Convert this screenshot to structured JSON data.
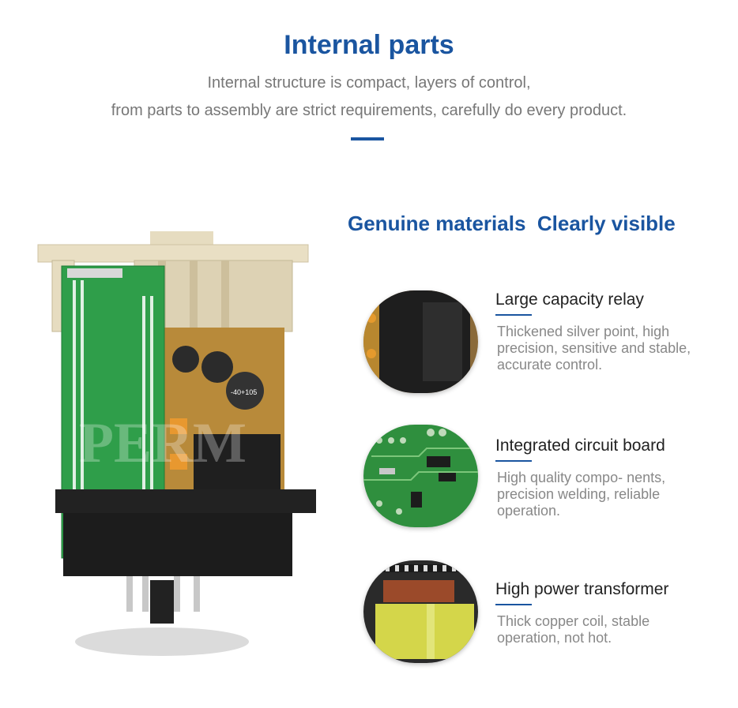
{
  "header": {
    "title": "Internal parts",
    "subtitle_line1": "Internal structure is compact, layers of control,",
    "subtitle_line2": "from parts to assembly are strict requirements, carefully do every product."
  },
  "section": {
    "heading": "Genuine materials  Clearly visible"
  },
  "product": {
    "watermark": "PERM",
    "capacitor_label": "-40+105"
  },
  "features": [
    {
      "title": "Large capacity relay",
      "description": "Thickened silver point, high precision, sensitive and stable, accurate control."
    },
    {
      "title": "Integrated circuit board",
      "description": "High quality compo- nents, precision welding, reliable operation."
    },
    {
      "title": "High power transformer",
      "description": "Thick copper coil, stable operation, not hot."
    }
  ],
  "colors": {
    "accent": "#1a55a0",
    "text_dark": "#222222",
    "text_muted": "#888888"
  }
}
